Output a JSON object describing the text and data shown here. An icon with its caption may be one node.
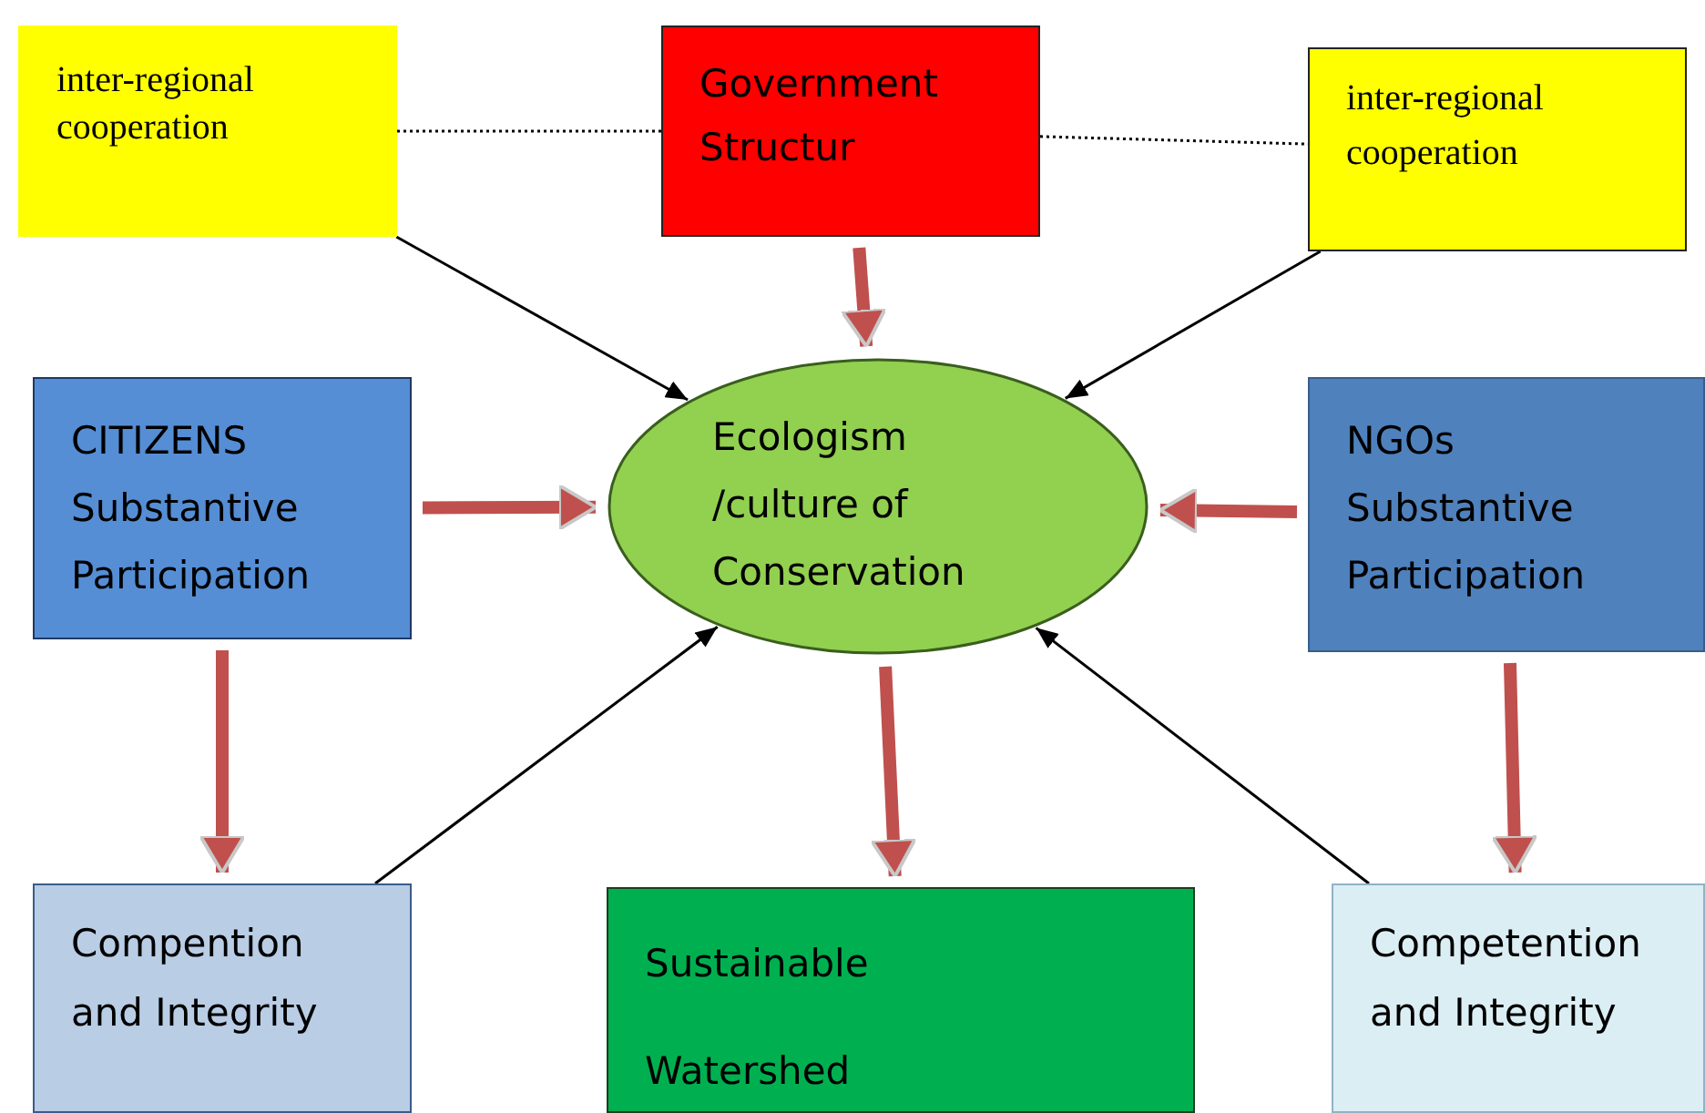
{
  "diagram": {
    "nodes": [
      {
        "text": [
          "inter-regional cooperation"
        ]
      },
      {
        "text": [
          "Government Structur"
        ]
      },
      {
        "text": [
          "inter-regional cooperation"
        ]
      },
      {
        "text": [
          "CITIZENS Substantive Participation"
        ]
      },
      {
        "text": [
          "Ecologism /culture of Conservation"
        ]
      },
      {
        "text": [
          "NGOs Substantive Participation"
        ]
      },
      {
        "text": [
          "Compention and Integrity"
        ]
      },
      {
        "text": [
          "Sustainable Watershed"
        ]
      },
      {
        "text": [
          "Competention and Integrity"
        ]
      }
    ],
    "edges": [
      {
        "from": 0,
        "to": 1,
        "arrow": "none",
        "style": "dashed",
        "color": "#000000"
      },
      {
        "from": 1,
        "to": 2,
        "arrow": "none",
        "style": "dashed",
        "color": "#000000"
      },
      {
        "from": 0,
        "to": 4,
        "arrow": "to",
        "color": "#000000"
      },
      {
        "from": 1,
        "to": 4,
        "arrow": "to",
        "style": "thick",
        "color": "#c0504d"
      },
      {
        "from": 2,
        "to": 4,
        "arrow": "to",
        "color": "#000000"
      },
      {
        "from": 3,
        "to": 4,
        "arrow": "to",
        "style": "thick",
        "color": "#c0504d"
      },
      {
        "from": 5,
        "to": 4,
        "arrow": "to",
        "style": "thick",
        "color": "#c0504d"
      },
      {
        "from": 3,
        "to": 6,
        "arrow": "to",
        "style": "thick",
        "color": "#c0504d"
      },
      {
        "from": 4,
        "to": 7,
        "arrow": "to",
        "style": "thick",
        "color": "#c0504d"
      },
      {
        "from": 5,
        "to": 8,
        "arrow": "to",
        "style": "thick",
        "color": "#c0504d"
      },
      {
        "from": 6,
        "to": 4,
        "arrow": "to",
        "color": "#000000"
      },
      {
        "from": 8,
        "to": 4,
        "arrow": "to",
        "color": "#000000"
      }
    ]
  }
}
